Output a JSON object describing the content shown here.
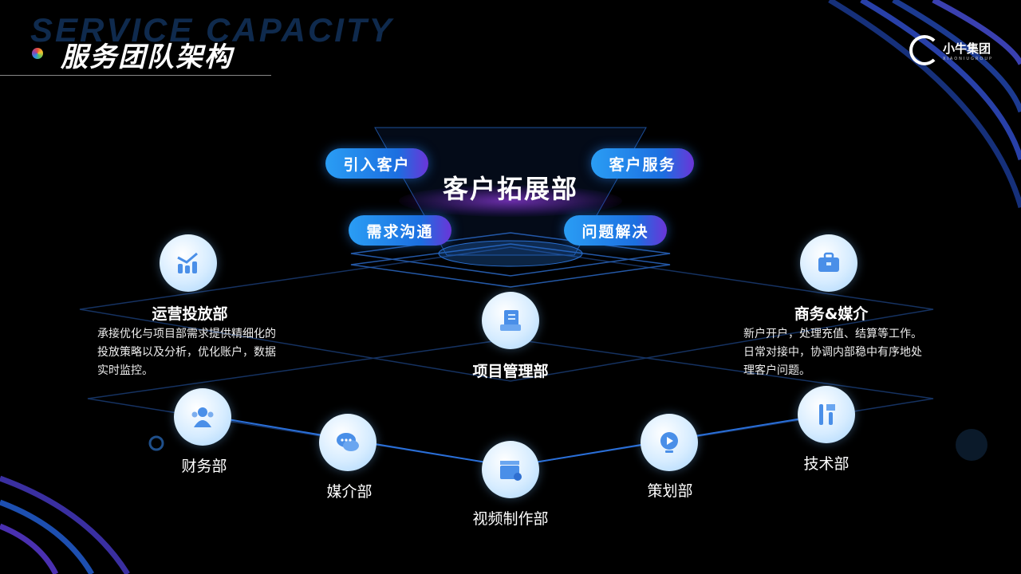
{
  "header": {
    "watermark": "SERVICE CAPACITY",
    "title": "服务团队架构"
  },
  "logo": {
    "name": "小牛集团",
    "sub": "XIAONIUGROUP"
  },
  "center": {
    "title": "客户拓展部",
    "tags": [
      "引入客户",
      "客户服务",
      "需求沟通",
      "问题解决"
    ]
  },
  "departments": {
    "ops": {
      "name": "运营投放部",
      "desc": "承接优化与项目部需求提供精细化的投放策略以及分析，优化账户，数据实时监控。",
      "icon": "chart-icon"
    },
    "biz": {
      "name": "商务&媒介",
      "desc": "新户开户，处理充值、结算等工作。日常对接中，协调内部稳中有序地处理客户问题。",
      "icon": "toolbox-icon"
    },
    "pm": {
      "name": "项目管理部",
      "icon": "document-icon"
    },
    "finance": {
      "name": "财务部",
      "icon": "people-icon"
    },
    "media": {
      "name": "媒介部",
      "icon": "chat-icon"
    },
    "video": {
      "name": "视频制作部",
      "icon": "clapperboard-icon"
    },
    "plan": {
      "name": "策划部",
      "icon": "play-icon"
    },
    "tech": {
      "name": "技术部",
      "icon": "tools-icon"
    }
  },
  "colors": {
    "accent": "#1c6fe0",
    "icon": "#4a8fe8",
    "purple": "#6a35d8"
  }
}
